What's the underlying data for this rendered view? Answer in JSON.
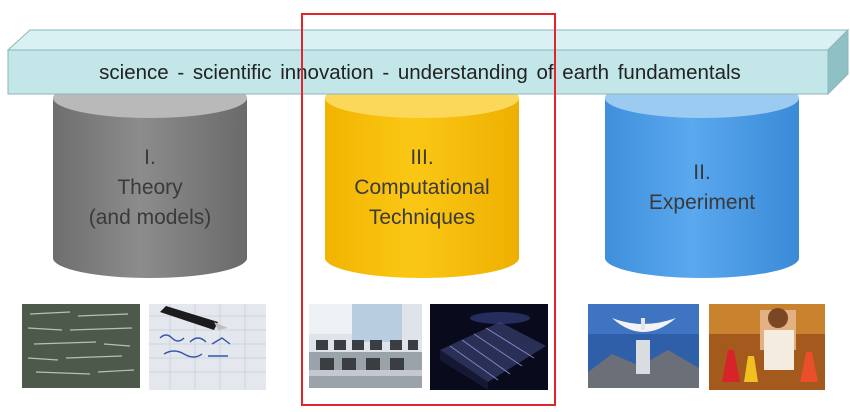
{
  "banner": {
    "text": "science -  scientific  innovation  - understanding  of earth fundamentals"
  },
  "pillars": [
    {
      "id": "theory",
      "label": "I.\nTheory\n(and models)",
      "color": "#808080"
    },
    {
      "id": "computational",
      "label": "III.\nComputational\nTechniques",
      "color": "#f7bf00"
    },
    {
      "id": "experiment",
      "label": "II.\nExperiment",
      "color": "#4f9ee8"
    }
  ],
  "highlight": {
    "color": "#e0262c",
    "target": "computational"
  },
  "photos": [
    {
      "name": "chalkboard-formulas-photo"
    },
    {
      "name": "pen-writing-formulas-photo"
    },
    {
      "name": "computer-lab-photo"
    },
    {
      "name": "supercomputer-photo"
    },
    {
      "name": "radio-telescope-photo"
    },
    {
      "name": "chemistry-lab-photo"
    }
  ]
}
